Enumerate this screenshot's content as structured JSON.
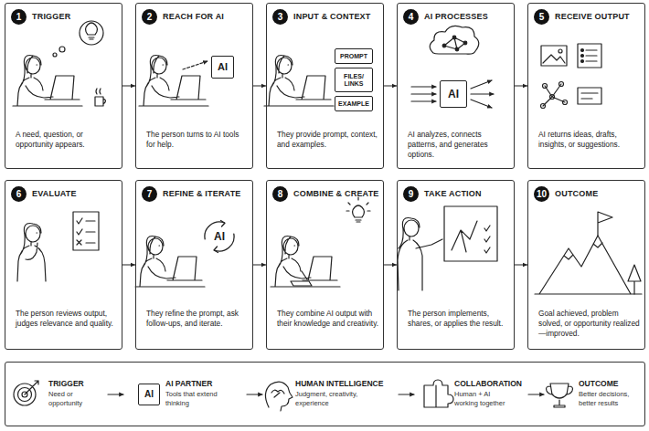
{
  "diagram": {
    "nodes": [
      {
        "text": [
          "1",
          "TRIGGER",
          "A need, question, or opportunity appears."
        ]
      },
      {
        "text": [
          "2",
          "REACH FOR AI",
          "The person turns to AI tools for help."
        ]
      },
      {
        "text": [
          "AI"
        ],
        "in": 1
      },
      {
        "text": [
          "3",
          "INPUT & CONTEXT",
          "They provide prompt, context, and examples."
        ]
      },
      {
        "text": [
          "PROMPT"
        ],
        "in": 3
      },
      {
        "text": [
          "FILES/ LINKS"
        ],
        "in": 3
      },
      {
        "text": [
          "EXAMPLE"
        ],
        "in": 3
      },
      {
        "text": [
          "4",
          "AI PROCESSES",
          "AI analyzes, connects patterns, and generates options."
        ]
      },
      {
        "text": [
          "AI"
        ],
        "in": 7
      },
      {
        "text": [
          "5",
          "RECEIVE OUTPUT",
          "AI returns ideas, drafts, insights, or suggestions."
        ]
      },
      {
        "text": [
          "6",
          "EVALUATE",
          "The person reviews output, judges relevance and quality."
        ]
      },
      {
        "text": [
          "7",
          "REFINE & ITERATE",
          "They refine the prompt, ask follow-ups, and iterate."
        ]
      },
      {
        "text": [
          "AI"
        ],
        "in": 11
      },
      {
        "text": [
          "8",
          "COMBINE & CREATE",
          "They combine AI output with their knowledge and creativity."
        ]
      },
      {
        "text": [
          "9",
          "TAKE ACTION",
          "The person implements, shares, or applies the result."
        ]
      },
      {
        "text": [
          "10",
          "OUTCOME",
          "Goal achieved, problem solved, or opportunity realized—improved."
        ]
      },
      {
        "text": [
          "TRIGGER",
          "Need or opportunity",
          "AI PARTNER",
          "Tools that extend thinking",
          "HUMAN INTELLIGENCE",
          "Judgment, creativity, experience",
          "COLLABORATION",
          "Human + AI working together",
          "OUTCOME",
          "Better decisions, better results"
        ]
      },
      {
        "text": [
          "AI"
        ],
        "in": 16
      }
    ],
    "edges": [
      {
        "from": 0,
        "to": 1,
        "arrow": "to"
      },
      {
        "from": 1,
        "to": 3,
        "arrow": "to"
      },
      {
        "from": 3,
        "to": 7,
        "arrow": "to"
      },
      {
        "from": 7,
        "to": 9,
        "arrow": "to"
      },
      {
        "from": 10,
        "to": 11,
        "arrow": "to"
      },
      {
        "from": 11,
        "to": 13,
        "arrow": "to"
      },
      {
        "from": 13,
        "to": 14,
        "arrow": "to"
      },
      {
        "from": 14,
        "to": 15,
        "arrow": "to"
      }
    ]
  }
}
